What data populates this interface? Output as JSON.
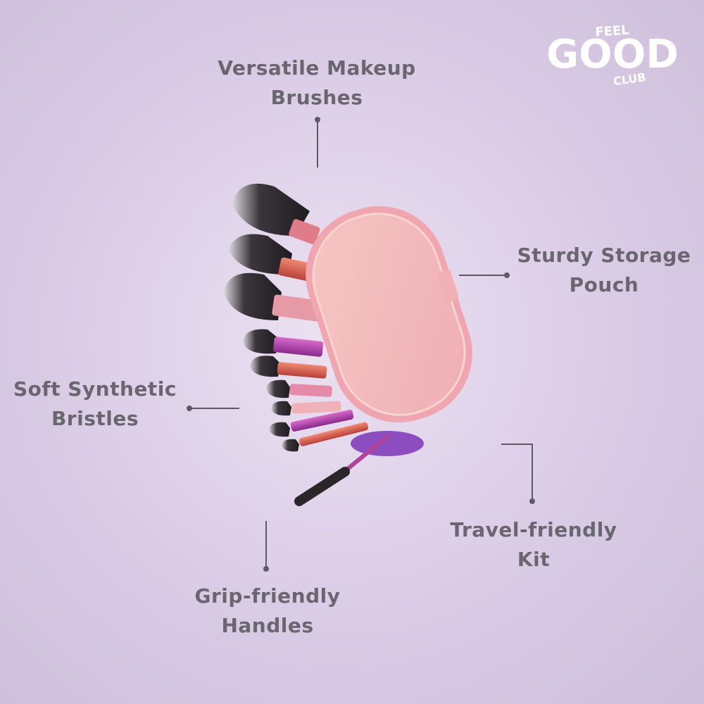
{
  "brand": {
    "name_top": "FEEL",
    "name_main": "GOOD",
    "name_bottom": "CLUB"
  },
  "callouts": {
    "brushes": {
      "line1": "Versatile Makeup",
      "line2": "Brushes"
    },
    "pouch": {
      "line1": "Sturdy Storage",
      "line2": "Pouch"
    },
    "bristles": {
      "line1": "Soft Synthetic",
      "line2": "Bristles"
    },
    "kit": {
      "line1": "Travel-friendly",
      "line2": "Kit"
    },
    "handles": {
      "line1": "Grip-friendly",
      "line2": "Handles"
    }
  },
  "colors": {
    "background": "#d8c9e4",
    "text": "#6a6670",
    "pouch": "#f2b9bb",
    "zipper": "#f0a6b0",
    "bristle": "#2e2a2f"
  }
}
